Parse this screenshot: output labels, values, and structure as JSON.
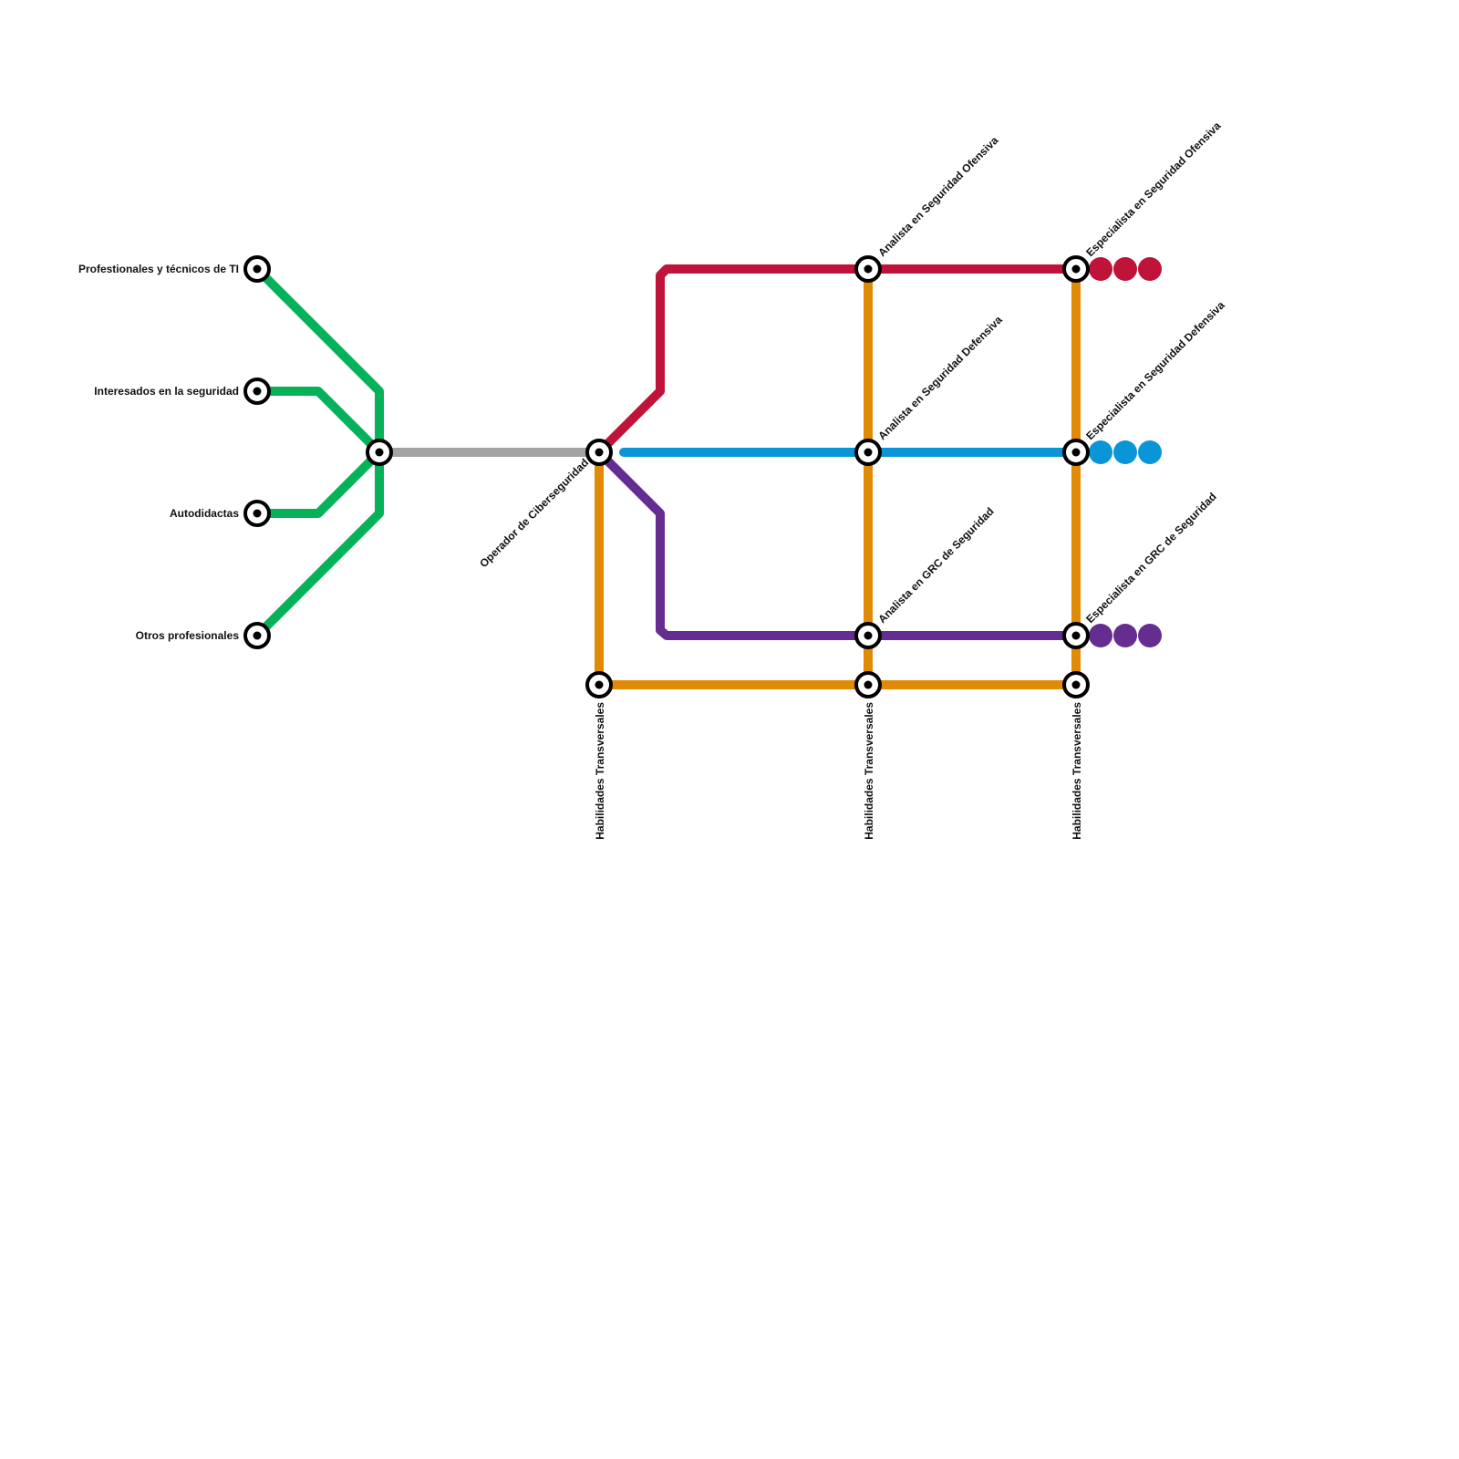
{
  "colors": {
    "entry": "#06b259",
    "core": "#a3a3a3",
    "offensive": "#bf1339",
    "defensive": "#0a96d6",
    "grc": "#662d91",
    "transversal": "#e08a06",
    "station_ring": "#000000",
    "station_fill": "#ffffff"
  },
  "lines": [
    {
      "id": "entry",
      "color_key": "entry"
    },
    {
      "id": "core",
      "color_key": "core"
    },
    {
      "id": "offensive",
      "color_key": "offensive"
    },
    {
      "id": "defensive",
      "color_key": "defensive"
    },
    {
      "id": "grc",
      "color_key": "grc"
    },
    {
      "id": "transversal",
      "color_key": "transversal"
    }
  ],
  "stations": {
    "it_professionals": "Profestionales y técnicos de TI",
    "security_interested": "Interesados en la seguridad",
    "self_taught": "Autodidactas",
    "other_professionals": "Otros profesionales",
    "operator": "Operador de Ciberseguridad",
    "analyst_offensive": "Analista en Seguridad Ofensiva",
    "analyst_defensive": "Analista en Seguridad Defensiva",
    "analyst_grc": "Analista en GRC de Seguridad",
    "specialist_offensive": "Especialista en Seguridad Ofensiva",
    "specialist_defensive": "Especialista en Seguridad Defensiva",
    "specialist_grc": "Especialista en GRC de Seguridad",
    "transversal_1": "Habilidades Transversales",
    "transversal_2": "Habilidades Transversales",
    "transversal_3": "Habilidades Transversales"
  },
  "continuation_dots": [
    {
      "line": "offensive",
      "count": 3
    },
    {
      "line": "defensive",
      "count": 3
    },
    {
      "line": "grc",
      "count": 3
    }
  ]
}
